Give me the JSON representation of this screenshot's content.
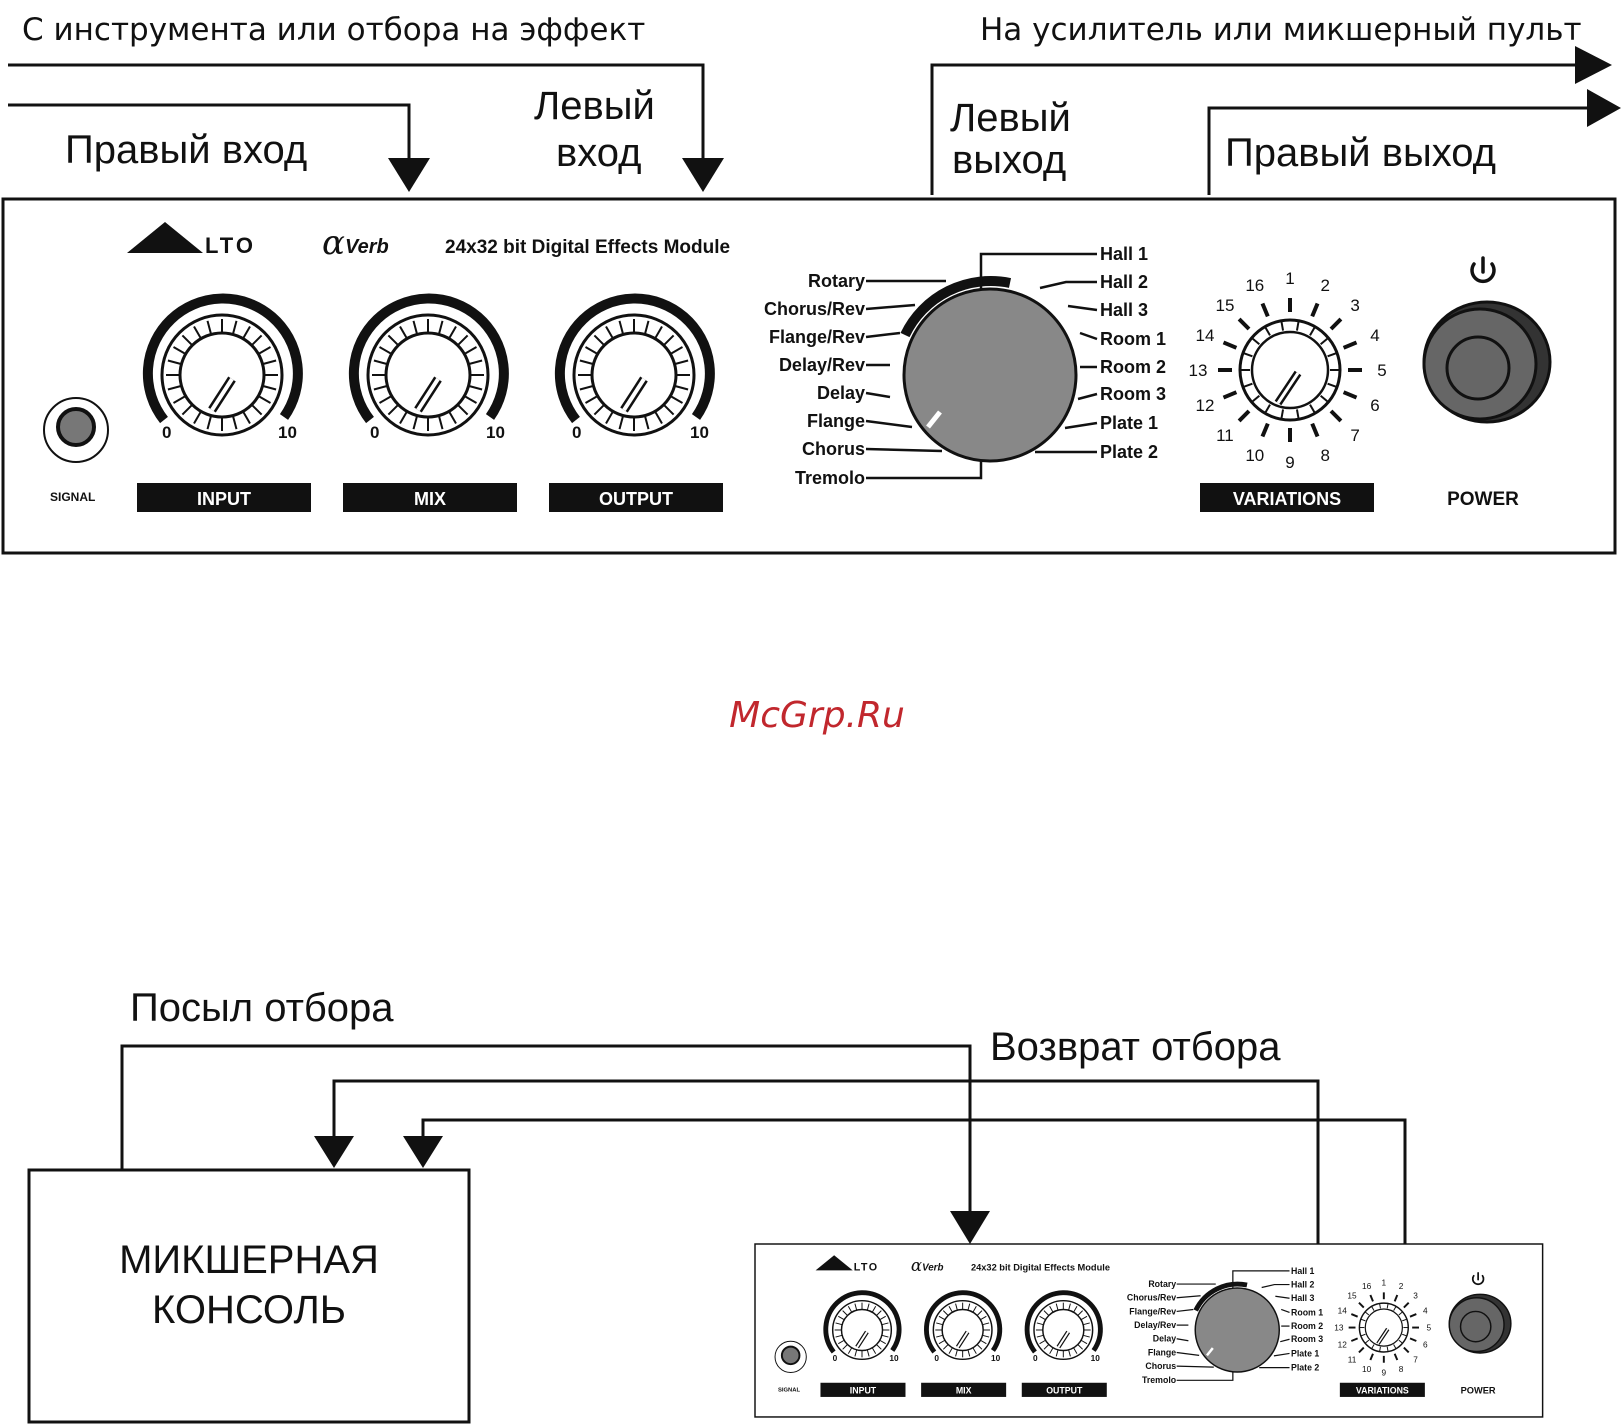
{
  "top_diagram": {
    "caption_in": "С инструмента или отбора на эффект",
    "caption_out": "На усилитель или микшерный пульт",
    "right_input_label": "Правый вход",
    "left_input_label_1": "Левый",
    "left_input_label_2": "вход",
    "left_output_label_1": "Левый",
    "left_output_label_2": "выход",
    "right_output_label": "Правый выход"
  },
  "device": {
    "brand": "LTO",
    "model": "Verb",
    "description": "24x32 bit Digital Effects Module",
    "signal_label": "SIGNAL",
    "power_label": "POWER",
    "scale_min": "0",
    "scale_max": "10",
    "knob_labels": [
      "INPUT",
      "MIX",
      "OUTPUT"
    ],
    "variations_label": "VARIATIONS",
    "effects_left": [
      "Rotary",
      "Chorus/Rev",
      "Flange/Rev",
      "Delay/Rev",
      "Delay",
      "Flange",
      "Chorus",
      "Tremolo"
    ],
    "effects_right": [
      "Hall 1",
      "Hall 2",
      "Hall 3",
      "Room 1",
      "Room 2",
      "Room 3",
      "Plate 1",
      "Plate 2"
    ],
    "variation_numbers": [
      "1",
      "2",
      "3",
      "4",
      "5",
      "6",
      "7",
      "8",
      "9",
      "10",
      "11",
      "12",
      "13",
      "14",
      "15",
      "16"
    ]
  },
  "watermark": "McGrp.Ru",
  "bottom_diagram": {
    "send_label": "Посыл отбора",
    "return_label": "Возврат отбора",
    "console_line1": "МИКШЕРНАЯ",
    "console_line2": "КОНСОЛЬ"
  }
}
